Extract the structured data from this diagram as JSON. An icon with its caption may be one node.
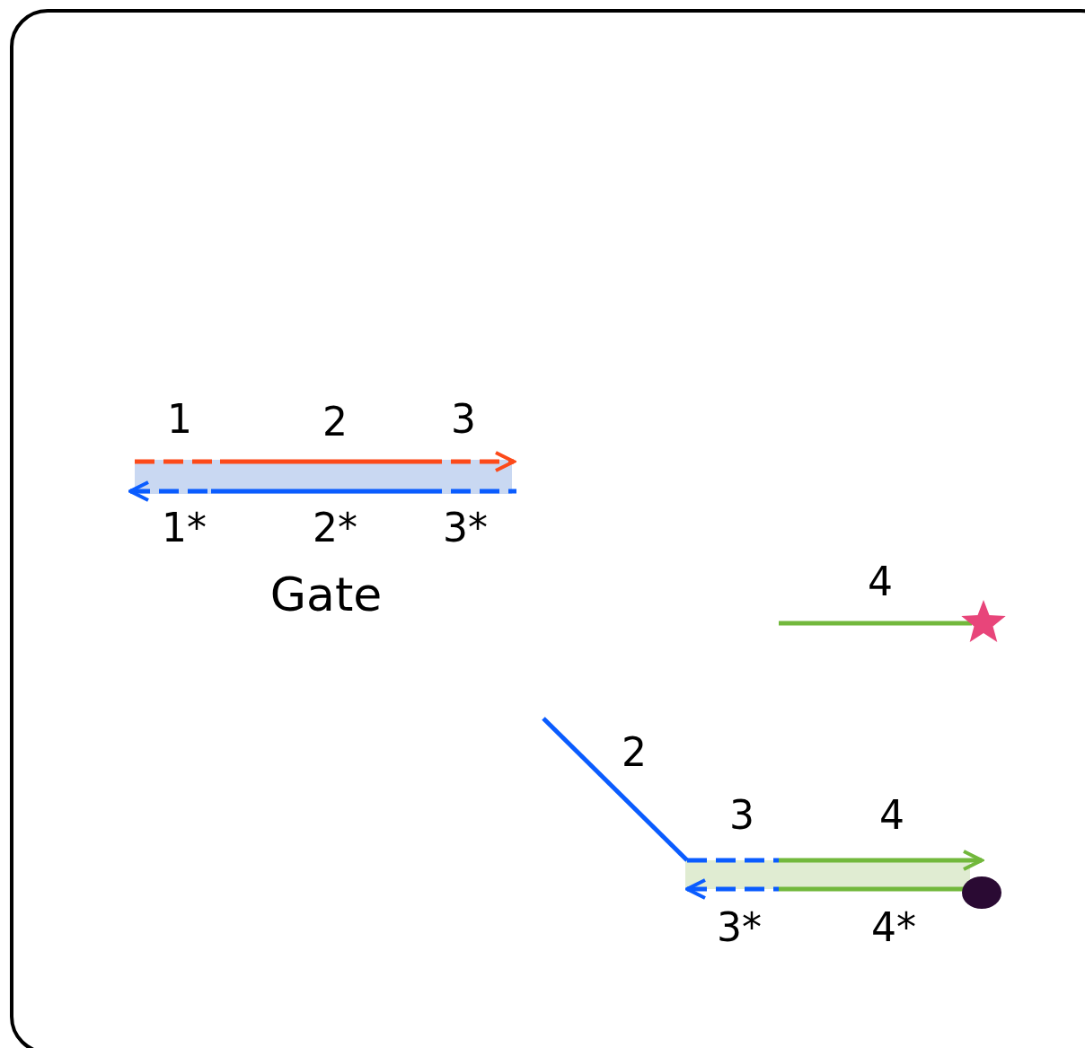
{
  "diagram": {
    "labels": [
      "1",
      "2",
      "3",
      "1*",
      "2*",
      "3*",
      "Gate",
      "4",
      "2",
      "3",
      "4",
      "3*",
      "4*"
    ]
  }
}
